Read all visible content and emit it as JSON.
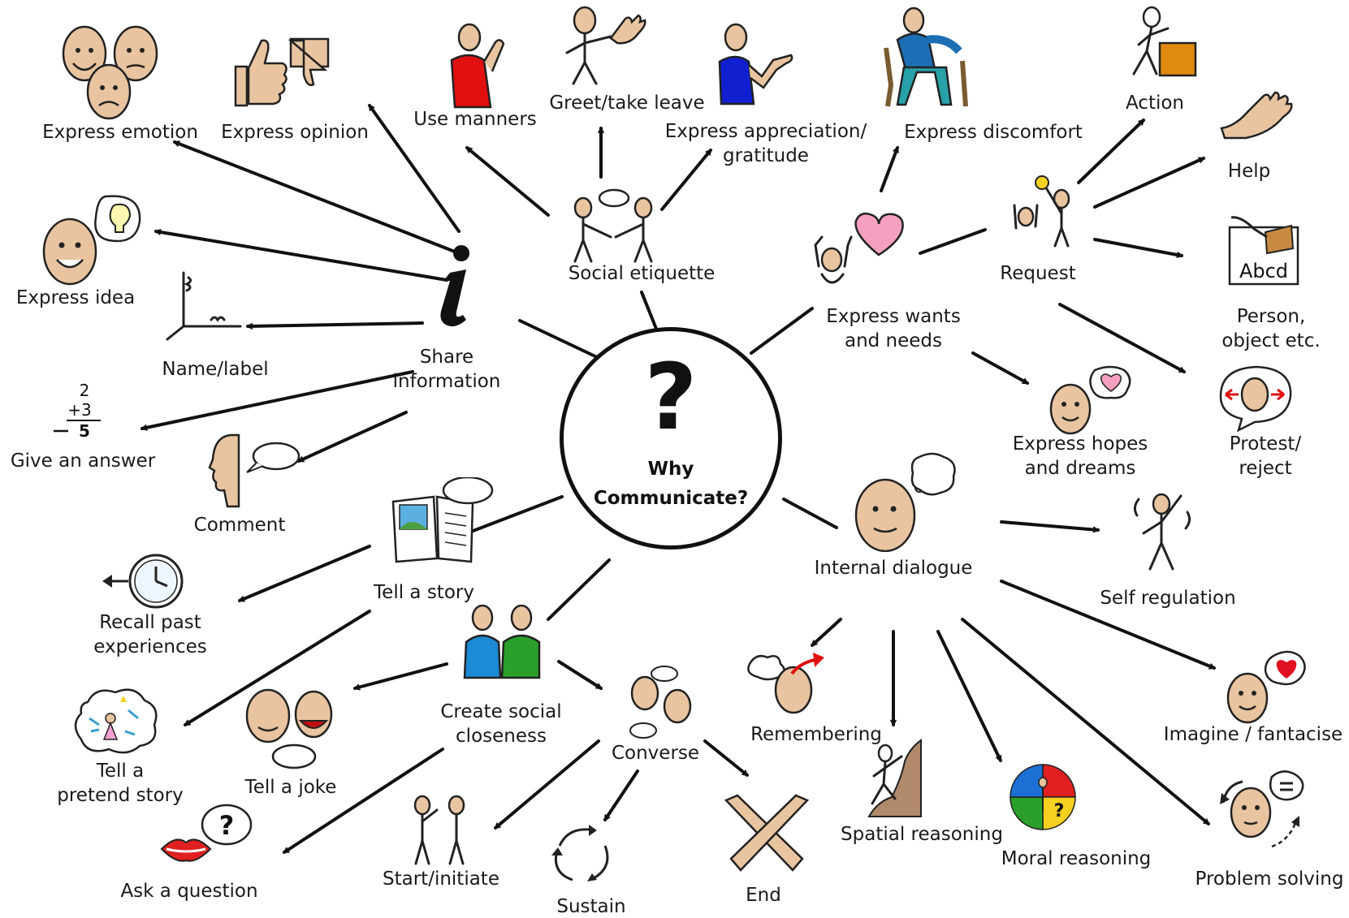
{
  "center": {
    "question_mark": "?",
    "title": "Why Communicate?"
  },
  "hubs": {
    "share_information": [
      "Share",
      "information"
    ],
    "social_etiquette": [
      "Social etiquette"
    ],
    "express_wants": [
      "Express wants",
      "and needs"
    ],
    "internal_dialogue": [
      "Internal dialogue"
    ],
    "tell_story": [
      "Tell a story"
    ],
    "social_closeness": [
      "Create social",
      "closeness"
    ],
    "request": [
      "Request"
    ],
    "converse": [
      "Converse"
    ]
  },
  "leaves": {
    "express_emotion": [
      "Express emotion"
    ],
    "express_opinion": [
      "Express opinion"
    ],
    "use_manners": [
      "Use manners"
    ],
    "greet": [
      "Greet/take leave"
    ],
    "appreciation": [
      "Express appreciation/",
      "gratitude"
    ],
    "discomfort": [
      "Express discomfort"
    ],
    "action": [
      "Action"
    ],
    "help": [
      "Help"
    ],
    "express_idea": [
      "Express idea"
    ],
    "name_label": [
      "Name/label"
    ],
    "person_object": [
      "Person,",
      "object etc."
    ],
    "give_answer": [
      "Give an answer"
    ],
    "comment": [
      "Comment"
    ],
    "hopes_dreams": [
      "Express hopes",
      "and dreams"
    ],
    "protest": [
      "Protest/",
      "reject"
    ],
    "self_regulation": [
      "Self regulation"
    ],
    "recall": [
      "Recall past",
      "experiences"
    ],
    "pretend_story": [
      "Tell a",
      "pretend story"
    ],
    "tell_joke": [
      "Tell a joke"
    ],
    "ask_question": [
      "Ask a question"
    ],
    "start": [
      "Start/initiate"
    ],
    "sustain": [
      "Sustain"
    ],
    "end": [
      "End"
    ],
    "remembering": [
      "Remembering"
    ],
    "spatial": [
      "Spatial reasoning"
    ],
    "moral": [
      "Moral reasoning"
    ],
    "imagine": [
      "Imagine / fantacise"
    ],
    "problem_solving": [
      "Problem solving"
    ]
  },
  "icon_text": {
    "abcd_card": "Abcd",
    "math_top": "2",
    "math_mid": "+3",
    "math_bottom": "5"
  },
  "colors": {
    "skin": "#e8c4a0",
    "red_shirt": "#e01010",
    "blue_shirt": "#1020d0",
    "green_shirt": "#2aa02a",
    "heart_pink": "#f5a0c0",
    "heart_red": "#e01020",
    "box_orange": "#e08a10"
  },
  "icons": {
    "emotion": "faces-icon",
    "opinion": "thumbs-icon",
    "manners": "person-red-shirt-icon",
    "greet": "waving-person-icon",
    "appreciation": "person-blue-shirt-icon",
    "discomfort": "sitting-people-icon",
    "action": "action-box-icon",
    "help": "hand-icon",
    "idea": "lightbulb-face-icon",
    "share": "information-i-icon",
    "etiquette": "handshake-icon",
    "wants": "heart-person-icon",
    "request": "request-icon",
    "name": "axes-icon",
    "person_object": "box-card-icon",
    "answer": "math-sum-icon",
    "comment": "speaking-face-icon",
    "hopes": "face-heart-thought-icon",
    "protest": "face-arrows-icon",
    "internal": "thinking-face-icon",
    "self_reg": "stick-figure-icon",
    "story": "book-speech-icon",
    "recall": "clock-icon",
    "closeness": "two-people-icon",
    "pretend": "thought-cloud-icon",
    "joke": "laughing-faces-icon",
    "converse": "conversation-icon",
    "question": "lips-question-icon",
    "start": "start-figures-icon",
    "sustain": "cycle-arrows-icon",
    "end": "crossed-arms-icon",
    "remember": "remembering-icon",
    "spatial": "climber-icon",
    "moral": "moral-wheel-icon",
    "imagine": "imagine-heart-icon",
    "problem": "problem-solving-icon"
  }
}
